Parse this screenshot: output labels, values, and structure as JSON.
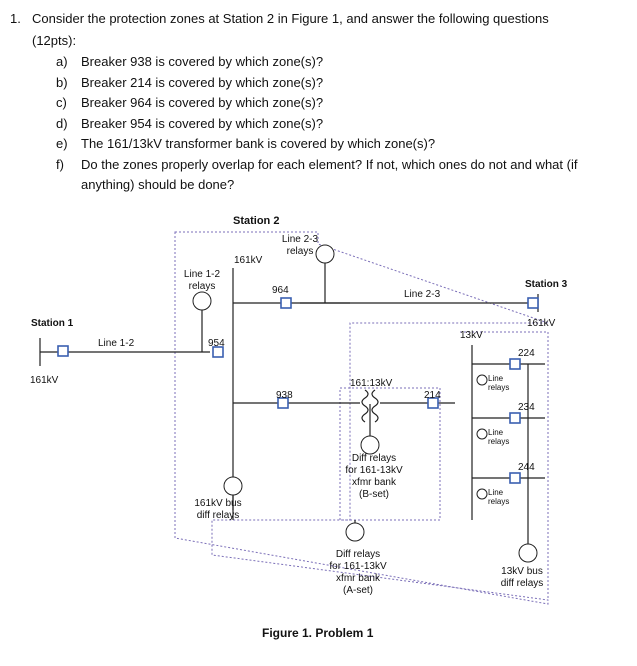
{
  "question": {
    "number": "1.",
    "intro_line1": "Consider the protection zones at Station 2 in Figure 1, and answer the following questions",
    "intro_line2": "(12pts):",
    "items": [
      {
        "letter": "a)",
        "text": "Breaker 938 is covered by which zone(s)?"
      },
      {
        "letter": "b)",
        "text": "Breaker 214 is covered by which zone(s)?"
      },
      {
        "letter": "c)",
        "text": "Breaker 964 is covered by which zone(s)?"
      },
      {
        "letter": "d)",
        "text": "Breaker 954 is covered by which zone(s)?"
      },
      {
        "letter": "e)",
        "text": "The 161/13kV transformer bank is covered by which zone(s)?"
      },
      {
        "letter": "f)",
        "text": "Do the zones properly overlap for each element?  If not, which ones do not and what (if"
      },
      {
        "letter": "",
        "text": "anything) should be done?"
      }
    ]
  },
  "figure": {
    "station2": "Station 2",
    "station1": "Station 1",
    "station3": "Station 3",
    "kv161_s2": "161kV",
    "kv161_s1": "161kV",
    "kv161_s3": "161kV",
    "kv13": "13kV",
    "line12_relays_1": "Line 1-2",
    "line12_relays_2": "relays",
    "line23_relays_1": "Line 2-3",
    "line23_relays_2": "relays",
    "line12": "Line 1-2",
    "line23": "Line 2-3",
    "brk954": "954",
    "brk964": "964",
    "brk938": "938",
    "brk214": "214",
    "brk224": "224",
    "brk234": "234",
    "brk244": "244",
    "xfmr": "161:13kV",
    "line_relays_a1": "Line",
    "line_relays_a2": "relays",
    "line_relays_b1": "Line",
    "line_relays_b2": "relays",
    "line_relays_c1": "Line",
    "line_relays_c2": "relays",
    "bset_1": "Diff relays",
    "bset_2": "for 161-13kV",
    "bset_3": "xfmr bank",
    "bset_4": "(B-set)",
    "aset_1": "Diff relays",
    "aset_2": "for 161-13kV",
    "aset_3": "xfmr bank",
    "aset_4": "(A-set)",
    "bus161_1": "161kV bus",
    "bus161_2": "diff relays",
    "bus13_1": "13kV bus",
    "bus13_2": "diff relays",
    "caption": "Figure 1. Problem 1"
  },
  "colors": {
    "line": "#222222",
    "breaker": "#3a5fb0",
    "zone": "#7b6fb8"
  }
}
